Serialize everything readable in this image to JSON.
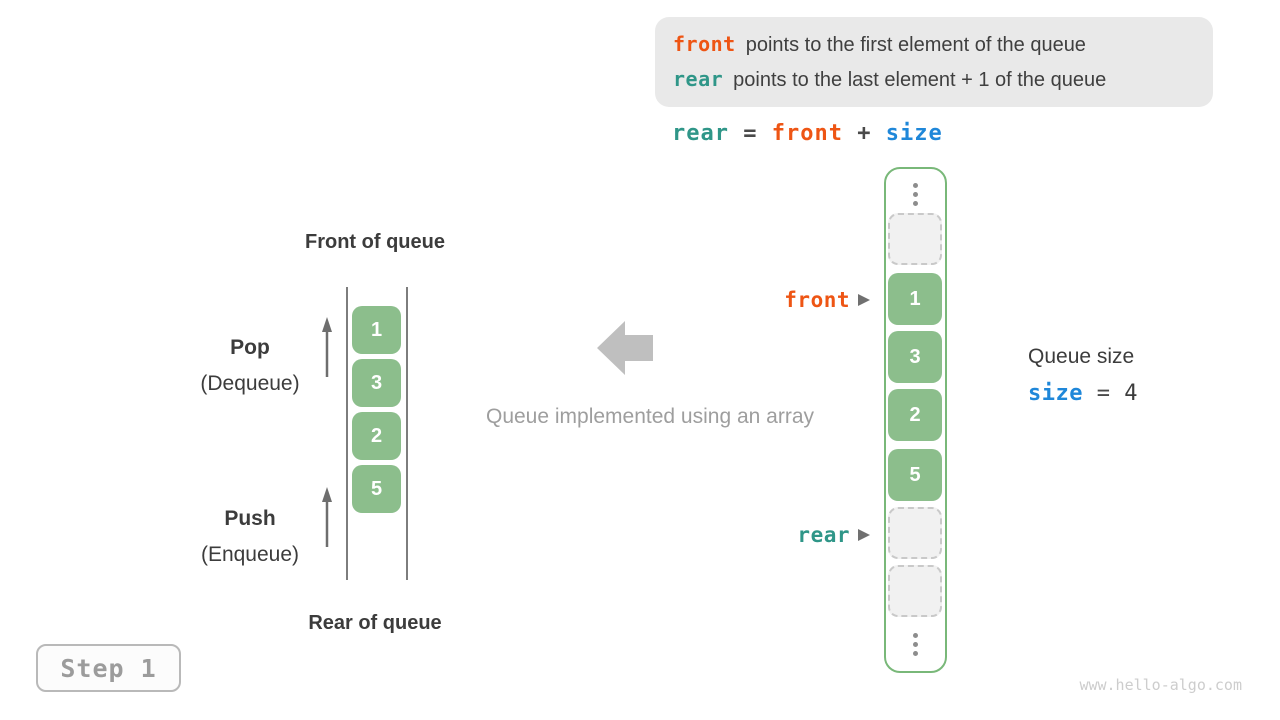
{
  "legend": {
    "lines": [
      {
        "keyword": "front",
        "text": "points to the first element of the queue"
      },
      {
        "keyword": "rear",
        "text": "points to the last element + 1 of the queue"
      }
    ]
  },
  "formula": {
    "rear": "rear",
    "eq": " = ",
    "front": "front",
    "plus": " + ",
    "size": "size"
  },
  "left_diagram": {
    "front_label": "Front of queue",
    "rear_label": "Rear of queue",
    "pop": "Pop",
    "pop_sub": "(Dequeue)",
    "push": "Push",
    "push_sub": "(Enqueue)",
    "values": [
      "1",
      "3",
      "2",
      "5"
    ]
  },
  "caption": "Queue implemented using an array",
  "array_diagram": {
    "front_pointer": "front",
    "rear_pointer": "rear",
    "slots": [
      {
        "type": "empty",
        "value": ""
      },
      {
        "type": "filled",
        "value": "1"
      },
      {
        "type": "filled",
        "value": "3"
      },
      {
        "type": "filled",
        "value": "2"
      },
      {
        "type": "filled",
        "value": "5"
      },
      {
        "type": "empty",
        "value": ""
      },
      {
        "type": "empty",
        "value": ""
      }
    ]
  },
  "queue_size": {
    "label": "Queue size",
    "var": "size",
    "eq": " = ",
    "value": "4"
  },
  "step_badge": "Step 1",
  "watermark": "www.hello-algo.com",
  "colors": {
    "keyword_orange": "#ee5514",
    "keyword_teal": "#2f9688",
    "keyword_blue": "#1f87d9",
    "cell_green": "#8cbe8c",
    "array_border_green": "#79b879",
    "legend_bg": "#e9e9e9",
    "gray_text": "#9e9e9e",
    "dark_text": "#3c3c3c"
  }
}
